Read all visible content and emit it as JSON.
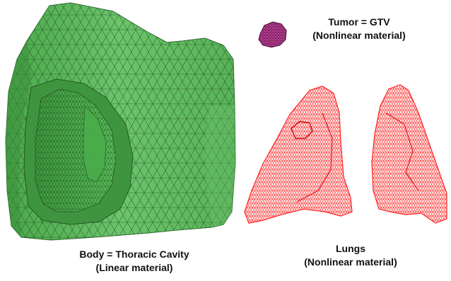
{
  "figure": {
    "body": {
      "label_line1": "Body = Thoracic Cavity",
      "label_line2": "(Linear material)",
      "icon": "green-triangular-surface-mesh",
      "color": "#5cb85c"
    },
    "tumor": {
      "label_line1": "Tumor = GTV",
      "label_line2": "(Nonlinear material)",
      "icon": "magenta-tumor-mesh",
      "color": "#b0308a"
    },
    "lungs": {
      "label_line1": "Lungs",
      "label_line2": "(Nonlinear material)",
      "icon": "red-wireframe-lung-mesh",
      "color": "#ff3030"
    }
  }
}
